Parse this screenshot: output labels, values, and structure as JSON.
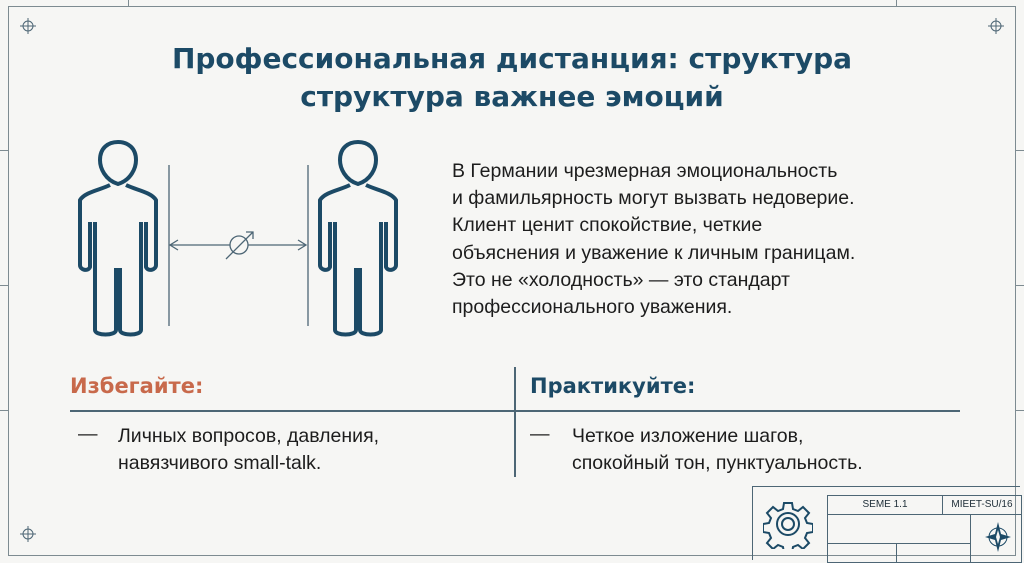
{
  "title_lines": [
    "Профессиональная дистанция: структура",
    "структура важнее эмоций"
  ],
  "body_lines": [
    "В Германии чрезмерная эмоциональность",
    "и фамильярность могут вызвать недоверие.",
    "Клиент ценит спокойствие, четкие",
    "объяснения и уважение к личным границам.",
    "Это не «холодность» — это стандарт",
    "профессионального уважения."
  ],
  "avoid": {
    "heading": "Избегайте:",
    "dash": "—",
    "lines": [
      "Личных вопросов, давления,",
      "навязчивого small-talk."
    ]
  },
  "practice": {
    "heading": "Практикуйте:",
    "dash": "—",
    "lines": [
      "Четкое изложение шагов,",
      "спокойный тон, пунктуальность."
    ]
  },
  "title_block": {
    "code": "SEME 1.1",
    "ref": "MIEET-SU/16"
  },
  "colors": {
    "title": "#1c4a66",
    "avoid": "#c8694b",
    "practice": "#1c4a66",
    "line": "#4d6675"
  }
}
